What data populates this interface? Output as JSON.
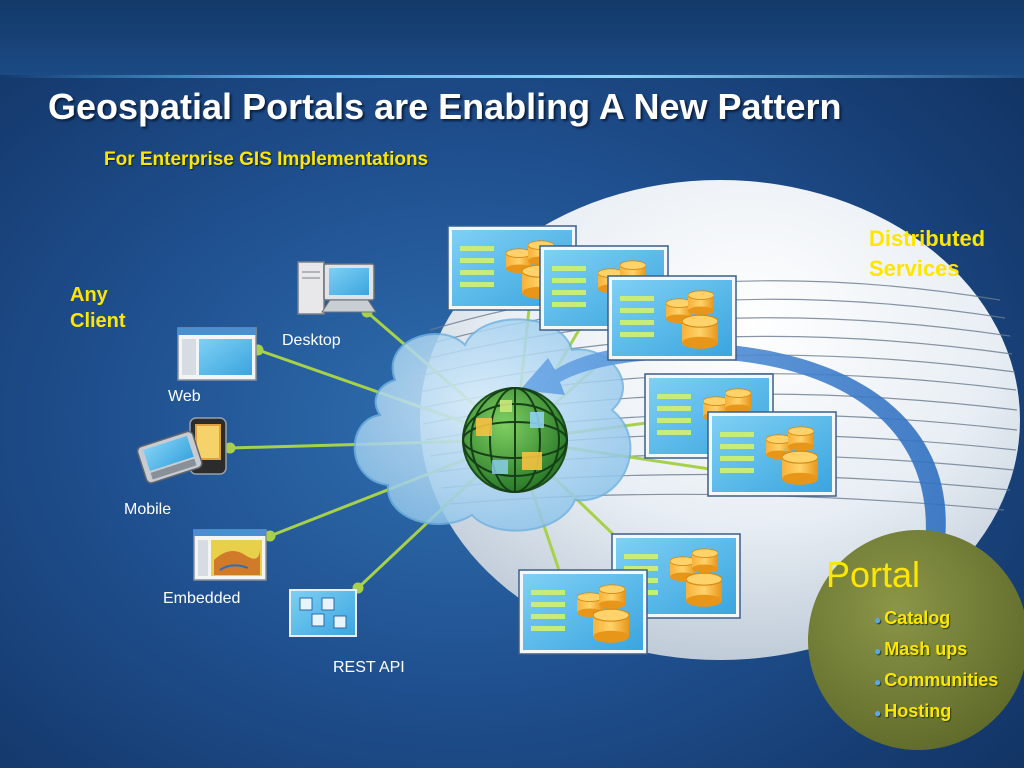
{
  "title": "Geospatial Portals are Enabling A New Pattern",
  "subtitle": "For Enterprise GIS Implementations",
  "any_client": {
    "line1": "Any",
    "line2": "Client"
  },
  "distributed_services": {
    "line1": "Distributed",
    "line2": "Services"
  },
  "clients": [
    {
      "name": "desktop",
      "label": "Desktop"
    },
    {
      "name": "web",
      "label": "Web"
    },
    {
      "name": "mobile",
      "label": "Mobile"
    },
    {
      "name": "embedded",
      "label": "Embedded"
    },
    {
      "name": "rest-api",
      "label": "REST API"
    }
  ],
  "portal": {
    "title": "Portal",
    "items": [
      "Catalog",
      "Mash ups",
      "Communities",
      "Hosting"
    ]
  },
  "colors": {
    "title": "#ffffff",
    "accent_yellow": "#ffe600",
    "connector": "#a8d14a",
    "portal_disc": "#7f8a40",
    "cloud": "#a9d4f2"
  }
}
